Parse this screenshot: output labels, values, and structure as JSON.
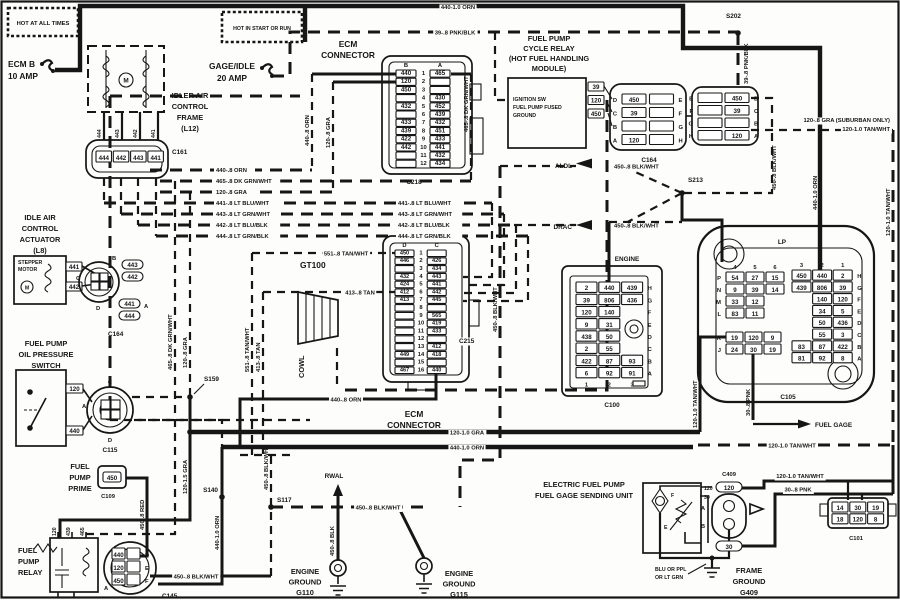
{
  "titles": {
    "hot_all": "HOT AT ALL TIMES",
    "hot_start": "HOT IN START OR RUN",
    "ecm_b": [
      "ECM B",
      "10 AMP"
    ],
    "gage_idle": [
      "GAGE/IDLE",
      "20 AMP"
    ],
    "iac_frame": [
      "IDLER AIR",
      "CONTROL",
      "FRAME",
      "(L12)"
    ],
    "iac_act": [
      "IDLE AIR",
      "CONTROL",
      "ACTUATOR",
      "(L8)"
    ],
    "stepper": [
      "STEPPER",
      "MOTOR"
    ],
    "ecm_conn_top": [
      "ECM",
      "CONNECTOR"
    ],
    "ecm_conn_mid": [
      "ECM",
      "CONNECTOR"
    ],
    "fp_cycle_relay": [
      "FUEL PUMP",
      "CYCLE RELAY",
      "(HOT FUEL HANDLING",
      "MODULE)"
    ],
    "module_lines": [
      "IGNITION SW",
      "FUEL PUMP FUSED",
      "GROUND"
    ],
    "fp_oil_sw": [
      "FUEL PUMP",
      "OIL PRESSURE",
      "SWITCH"
    ],
    "fp_prime": [
      "FUEL",
      "PUMP",
      "PRIME"
    ],
    "fp_relay": [
      "FUEL",
      "PUMP",
      "RELAY"
    ],
    "eng_gnd_110": [
      "ENGINE",
      "GROUND",
      "G110"
    ],
    "eng_gnd_115": [
      "ENGINE",
      "GROUND",
      "G115"
    ],
    "frame_gnd": [
      "FRAME",
      "GROUND",
      "G409"
    ],
    "efp_unit": [
      "ELECTRIC FUEL PUMP",
      "FUEL GAGE SENDING UNIT"
    ],
    "engine": "ENGINE",
    "blu_note": [
      "BLU OR PPL",
      "OR LT GRN"
    ],
    "aldl": "ALDL",
    "drac": "DRAC",
    "rwal": "RWAL",
    "fuel_gage": "FUEL GAGE",
    "gt100": "GT100",
    "cowl": "COWL",
    "lp": "LP",
    "motor_m": "M"
  },
  "connectors": {
    "c161": "C161",
    "c164_iac": "C164",
    "c115": "C115",
    "c109": "C109",
    "c145": "C145",
    "c218": "C218",
    "c215": "C215",
    "c100": "C100",
    "c105": "C105",
    "c101": "C101",
    "c409": "C409",
    "c164": "C164"
  },
  "splices": {
    "s202": "S202",
    "s213": "S213",
    "s159": "S159",
    "s140": "S140",
    "s117": "S117"
  },
  "wires": {
    "orn10": "440-1.0 ORN",
    "pnkblk": "39-.8 PNK/BLK",
    "orn8": "440-.8 ORN",
    "gra8": "120-.8 GRA",
    "dkgrnwht": "465-.8 DK GRN/WHT",
    "blkwht8": "450-.8 BLK/WHT",
    "gra10": "120-1.0 GRA",
    "tanwht551": "551-.8 TAN/WHT",
    "tan413": "413-.8 TAN",
    "gra15": "120-1.5 GRA",
    "red450": "450-.8 RED",
    "blk450": "450-.8 BLK",
    "tanwht120": "120-1.0 TAN/WHT",
    "pnk30": "30-.8 PNK",
    "gra_sub": "120-.8 GRA (SUBURBAN ONLY)"
  },
  "stacks": {
    "left": [
      "440-.8 ORN",
      "465-.8 DK GRN/WHT",
      "120-.8 GRA",
      "441-.8 LT BLU/WHT",
      "443-.8 LT GRN/WHT",
      "442-.8 LT BLU/BLK",
      "444-.8 LT GRN/BLK"
    ],
    "mid": [
      "441-.8 LT BLU/WHT",
      "443-.8 LT GRN/WHT",
      "442-.8 LT BLU/BLK",
      "444-.8 LT GRN/BLK"
    ]
  },
  "pins": {
    "relay_top": [
      "120",
      "439",
      "465"
    ],
    "relay_bot": [
      "540",
      "450"
    ],
    "c161top": [
      "444",
      "443",
      "442",
      "441"
    ],
    "sender": [
      "120",
      "30"
    ],
    "sw": [
      "C",
      "A",
      "D"
    ],
    "iac": [
      "B",
      "C",
      "D",
      "A"
    ],
    "c409": [
      "A",
      "B"
    ],
    "su": [
      "F",
      "E"
    ],
    "c145a": "A"
  },
  "grids": {
    "c218": {
      "headers": [
        "B",
        "A"
      ],
      "rows": [
        [
          "440",
          "465"
        ],
        [
          "120",
          ""
        ],
        [
          "450",
          ""
        ],
        [
          "",
          "430"
        ],
        [
          "432",
          "452"
        ],
        [
          "",
          "439"
        ],
        [
          "433",
          "432"
        ],
        [
          "439",
          "451"
        ],
        [
          "422",
          "433"
        ],
        [
          "442",
          "441"
        ],
        [
          "",
          "432"
        ],
        [
          "",
          "434"
        ]
      ]
    },
    "c215": {
      "headers": [
        "D",
        "C"
      ],
      "rows": [
        [
          "450",
          ""
        ],
        [
          "446",
          "426"
        ],
        [
          "",
          "434"
        ],
        [
          "432",
          "443"
        ],
        [
          "424",
          "441"
        ],
        [
          "412",
          "442"
        ],
        [
          "413",
          "445"
        ],
        [
          "",
          ""
        ],
        [
          "",
          "565"
        ],
        [
          "",
          "419"
        ],
        [
          "",
          "433"
        ],
        [
          "",
          ""
        ],
        [
          "",
          "412"
        ],
        [
          "449",
          "418"
        ],
        [
          "",
          ""
        ],
        [
          "467",
          "440"
        ]
      ]
    },
    "c164l": {
      "rows": [
        [
          "450",
          ""
        ],
        [
          "39",
          ""
        ],
        [
          "",
          ""
        ],
        [
          "120",
          ""
        ]
      ],
      "left": [
        "D",
        "C",
        "B",
        "A"
      ],
      "right": [
        "E",
        "F",
        "G",
        "H"
      ]
    },
    "c164r": {
      "rows": [
        [
          "",
          "450"
        ],
        [
          "",
          "39"
        ],
        [
          "",
          ""
        ],
        [
          "",
          "120"
        ]
      ],
      "left": [
        "E",
        "F",
        "G",
        "H"
      ],
      "right": [
        "D",
        "C",
        "B",
        "A"
      ]
    },
    "module_pins": {
      "rows": [
        [
          "39"
        ],
        [
          "120"
        ],
        [
          "450"
        ]
      ]
    },
    "c100": {
      "rows": [
        [
          "2",
          "440",
          "439"
        ],
        [
          "39",
          "806",
          "436"
        ],
        [
          "120",
          "140",
          null
        ],
        [
          "9",
          "31",
          null
        ],
        [
          "438",
          "50",
          null
        ],
        [
          "2",
          "55",
          null
        ],
        [
          "422",
          "87",
          "93"
        ],
        [
          "6",
          "92",
          "91"
        ]
      ],
      "right": [
        "H",
        "G",
        "F",
        "E",
        "D",
        "C",
        "B",
        "A"
      ],
      "footers": [
        "1",
        "2",
        "3"
      ]
    },
    "c105l": {
      "headers": [
        "4",
        "5",
        "6"
      ],
      "rows": [
        [
          "54",
          "27",
          "15"
        ],
        [
          "9",
          "39",
          "14"
        ],
        [
          "33",
          "12",
          null
        ],
        [
          "83",
          "11",
          null
        ]
      ],
      "left": [
        "P",
        "N",
        "M",
        "L"
      ]
    },
    "c105kj": {
      "rows": [
        [
          "19",
          "120",
          "9"
        ],
        [
          "24",
          "30",
          "19"
        ]
      ],
      "left": [
        "K",
        "J"
      ]
    },
    "c105r": {
      "headers": [
        "3",
        "2",
        "1"
      ],
      "rows": [
        [
          "450",
          "440",
          "2"
        ],
        [
          "439",
          "806",
          "39"
        ],
        [
          null,
          "140",
          "120"
        ],
        [
          null,
          "34",
          "5"
        ],
        [
          null,
          "50",
          "436"
        ],
        [
          null,
          "55",
          "3"
        ],
        [
          "83",
          "87",
          "422"
        ],
        [
          "81",
          "92",
          "8"
        ]
      ],
      "right": [
        "H",
        "G",
        "F",
        "E",
        "D",
        "C",
        "B",
        "A"
      ]
    },
    "c101": {
      "rows": [
        [
          "14",
          "30",
          "19"
        ],
        [
          "18",
          "120",
          "8"
        ]
      ]
    },
    "c161": {
      "rows": [
        [
          "444",
          "442",
          "443",
          "441"
        ]
      ]
    },
    "c145": {
      "rows": [
        [
          "440",
          ""
        ],
        [
          "120",
          ""
        ],
        [
          "450",
          ""
        ]
      ],
      "right": [
        "D",
        "E",
        "F"
      ]
    },
    "sw120": {
      "rows": [
        [
          "120"
        ]
      ]
    },
    "sw440": {
      "rows": [
        [
          "440"
        ]
      ]
    },
    "prime": {
      "rows": [
        [
          "450"
        ]
      ]
    },
    "c409a": {
      "rows": [
        [
          "120"
        ]
      ]
    },
    "c409b": {
      "rows": [
        [
          "30"
        ]
      ]
    },
    "iacr1": {
      "rows": [
        [
          "443"
        ],
        [
          "442"
        ]
      ]
    },
    "iacr2": {
      "rows": [
        [
          "441"
        ],
        [
          "444"
        ]
      ]
    },
    "act": {
      "rows": [
        [
          "441"
        ],
        [
          "442"
        ]
      ]
    }
  },
  "colors": {
    "ink": "#161616",
    "paper": "#fdfdfc"
  }
}
